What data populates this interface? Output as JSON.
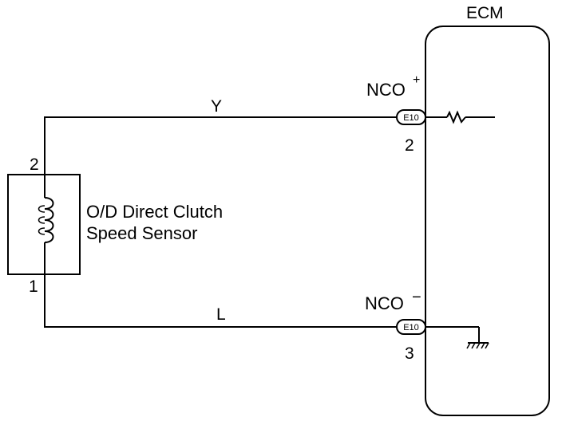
{
  "ecm": {
    "title": "ECM"
  },
  "wires": {
    "upper_color": "Y",
    "lower_color": "L"
  },
  "sensor": {
    "name_line1": "O/D Direct Clutch",
    "name_line2": "Speed Sensor",
    "pin_upper": "2",
    "pin_lower": "1"
  },
  "terminals": {
    "plus": {
      "name": "NCO",
      "polarity": "+",
      "connector": "E10",
      "pin": "2"
    },
    "minus": {
      "name": "NCO",
      "polarity": "−",
      "connector": "E10",
      "pin": "3"
    }
  },
  "colors": {
    "line": "#000000",
    "background": "#ffffff"
  }
}
